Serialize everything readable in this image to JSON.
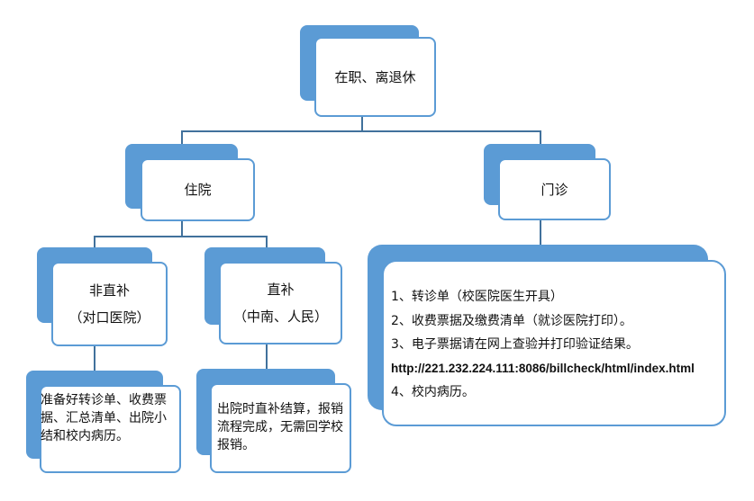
{
  "root": {
    "label": "在职、离退休"
  },
  "inpatient": {
    "label": "住院",
    "non_direct": {
      "title": "非直补",
      "subtitle": "（对口医院）",
      "note": "准备好转诊单、收费票据、汇总清单、出院小结和校内病历。"
    },
    "direct": {
      "title": "直补",
      "subtitle": "（中南、人民）",
      "note": "出院时直补结算，报销流程完成，无需回学校报销。"
    }
  },
  "outpatient": {
    "label": "门诊",
    "items": [
      "1、转诊单（校医院医生开具）",
      "2、收费票据及缴费清单（就诊医院打印）。",
      "3、电子票据请在网上查验并打印验证结果。",
      "http://221.232.224.111:8086/billcheck/html/index.html",
      "4、校内病历。"
    ]
  },
  "colors": {
    "accent": "#5b9bd5",
    "connector": "#41719c"
  }
}
